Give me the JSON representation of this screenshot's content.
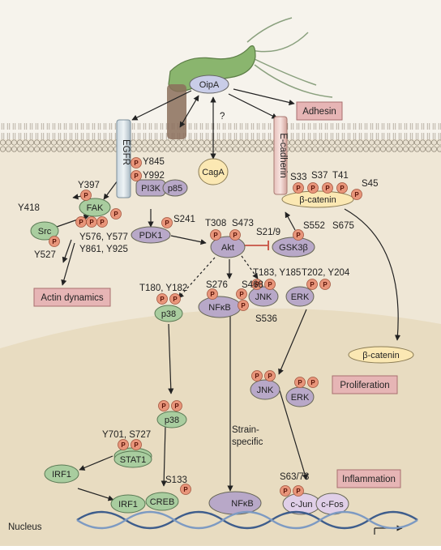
{
  "colors": {
    "membrane_bg": "#f4eee3",
    "nucleus_bg": "#eee4cf",
    "phospho": "#e8957a",
    "green_node": "#a9cd9f",
    "purple_node": "#b8a8c8",
    "yellow_node": "#fbe8b3",
    "pink_box": "#e6b5b5",
    "oipa_node": "#c9cde8",
    "bacterium": "#8ab56e"
  },
  "bacterium": {
    "protein": "OipA",
    "unknown_link": "?"
  },
  "proteins": {
    "egfr": "EGFR",
    "ecadherin": "E-cadherin",
    "caga": "CagA",
    "pi3k": "PI3K",
    "p85": "p85",
    "pdk1": "PDK1",
    "akt": "Akt",
    "gsk3b": "GSK3β",
    "bcatenin_membrane": "β-catenin",
    "bcatenin_nucleus": "β-catenin",
    "fak": "FAK",
    "src": "Src",
    "p38_cyto": "p38",
    "p38_nucleus": "p38",
    "nfkb_cyto": "NFκB",
    "nfkb_nucleus": "NFκB",
    "jnk_cyto": "JNK",
    "erk_cyto": "ERK",
    "jnk_nucleus": "JNK",
    "erk_nucleus": "ERK",
    "stat1": "STAT1",
    "irf1_a": "IRF1",
    "irf1_b": "IRF1",
    "creb": "CREB",
    "cjun": "c-Jun",
    "cfos": "c-Fos"
  },
  "sites": {
    "egfr_y845": "Y845",
    "egfr_y992": "Y992",
    "fak_y397": "Y397",
    "src_y418": "Y418",
    "src_y527": "Y527",
    "fak_y576": "Y576, Y577",
    "fak_y861": "Y861, Y925",
    "pdk1_s241": "S241",
    "akt_t308": "T308",
    "akt_s473": "S473",
    "gsk_s219": "S21/9",
    "bcat_s33": "S33",
    "bcat_s37": "S37",
    "bcat_t41": "T41",
    "bcat_s45": "S45",
    "bcat_s552": "S552",
    "bcat_s675": "S675",
    "p38_t180": "T180, Y182",
    "nfkb_s276": "S276",
    "nfkb_s468": "S468",
    "nfkb_s536": "S536",
    "jnk_t183": "T183, Y185",
    "erk_t202": "T202, Y204",
    "stat1_y701": "Y701, S727",
    "creb_s133": "S133",
    "cjun_s63": "S63/73"
  },
  "phospho_label": "P",
  "outcomes": {
    "adhesin": "Adhesin",
    "actin": "Actin dynamics",
    "proliferation": "Proliferation",
    "inflammation": "Inflammation"
  },
  "annotations": {
    "strain_line1": "Strain-",
    "strain_line2": "specific",
    "nucleus": "Nucleus"
  }
}
